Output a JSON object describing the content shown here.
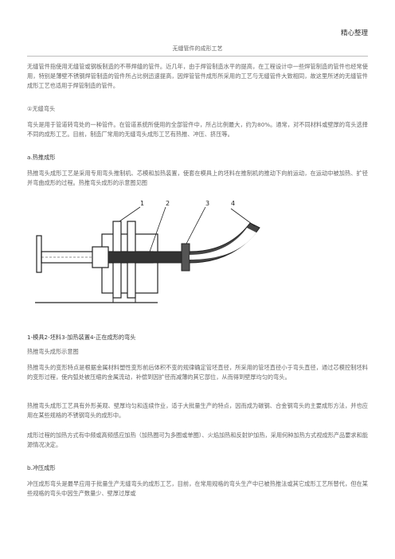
{
  "header": {
    "corner_label": "精心整理",
    "doc_title": "无缝管件的成形工艺"
  },
  "body": {
    "intro": "无缝管件指使用无缝管或钢板制造的不带焊缝的管件。近几年，由于焊管制造水平的提高，在工程设计中一些焊管制造的管件也经常使用，特别是薄壁不锈钢焊管制造的管件所占比例迅速提高，因焊管管件成形所采用的工艺与无缝管件大致相同，故这里所述的无缝管件成形工艺也适用于焊管制造的管件。",
    "section1": "①无缝弯头",
    "section1_text": "弯头是用于管道转弯处的一种管件。在管道系统所使用的全部管件中，所占比例最大，约为80%。通常，对不同材料或壁厚的弯头选择不同的成形工艺。目前，制造厂常用的无缝弯头成形工艺有热推、冲压、挤压等。",
    "sub_a": "a.热推成形",
    "sub_a_text": "热推弯头成形工艺是采用专用弯头推制机、芯模和加热装置，使套在模具上的坯料在推制机的推动下向前运动，在运动中被加热、扩径并弯曲成形的过程。热推弯头成形的示意图见图",
    "figure_legend": "1-模具2-坯料3-加热装置4-正在成形的弯头",
    "figure_caption": "热推弯头成形示意图",
    "para_deform": "热推弯头的变形特点是根据金属材料塑性变形前后体积不变的规律确定管坯直径，所采用的管坯直径小于弯头直径，通过芯模控制坯料的变形过程，使内弧处被压缩的金属流动，补偿到因扩径而减薄的其它部位，从而得到壁厚均匀的弯头。",
    "para_features": "热推弯头成形工艺具有外形美观、壁厚均匀和连续作业，适于大批量生产的特点，因而成为碳钢、合金钢弯头的主要成形方法，并也应用在某些规格的不锈钢弯头的成形中。",
    "para_heating": "成形过程的加热方式有中频或高频感应加热（加热圈可为多圈或单圈）、火焰加热和反射炉加热，采用何种加热方式视成形产品要求和能源情况决定。",
    "sub_b": "b.冲压成形",
    "sub_b_text": "冲压成形弯头是最早应用于批量生产无缝弯头的成形工艺，目前，在常用规格的弯头生产中已被热推法或其它成形工艺所替代，但在某些规格的弯头中因生产数量少、壁厚过厚或"
  },
  "figure": {
    "labels": [
      "1",
      "2",
      "3",
      "4"
    ]
  }
}
